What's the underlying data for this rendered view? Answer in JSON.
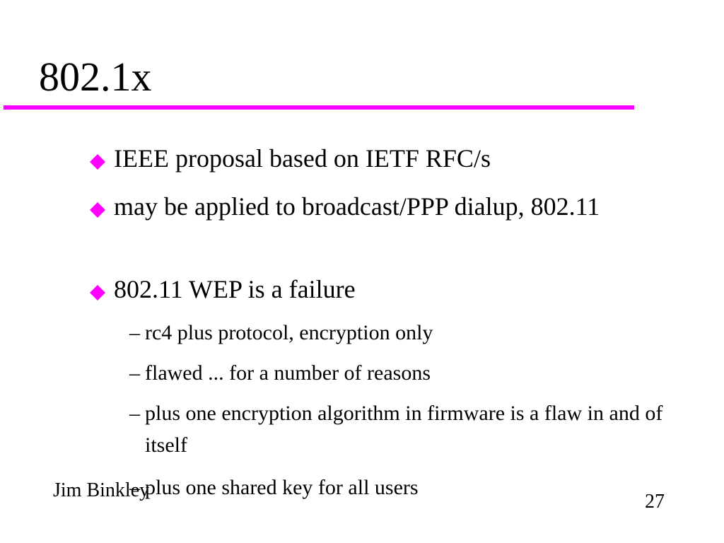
{
  "slide": {
    "title": "802.1x",
    "bullets": [
      {
        "text": "IEEE proposal based on IETF RFC/s"
      },
      {
        "text": "may be applied to broadcast/PPP dialup, 802.11"
      },
      {
        "text": "802.11 WEP is a failure",
        "subitems": [
          "rc4 plus protocol, encryption only",
          "flawed ... for a number of reasons",
          "plus one encryption algorithm in firmware is a flaw in and of itself",
          "plus one shared key for all users"
        ]
      }
    ],
    "footer": {
      "author": "Jim Binkley",
      "page_number": "27"
    }
  },
  "colors": {
    "accent": "#ff00ff",
    "text": "#000000",
    "background": "#ffffff"
  },
  "icons": {
    "bullet_marker": "diamond-bullet-icon"
  }
}
